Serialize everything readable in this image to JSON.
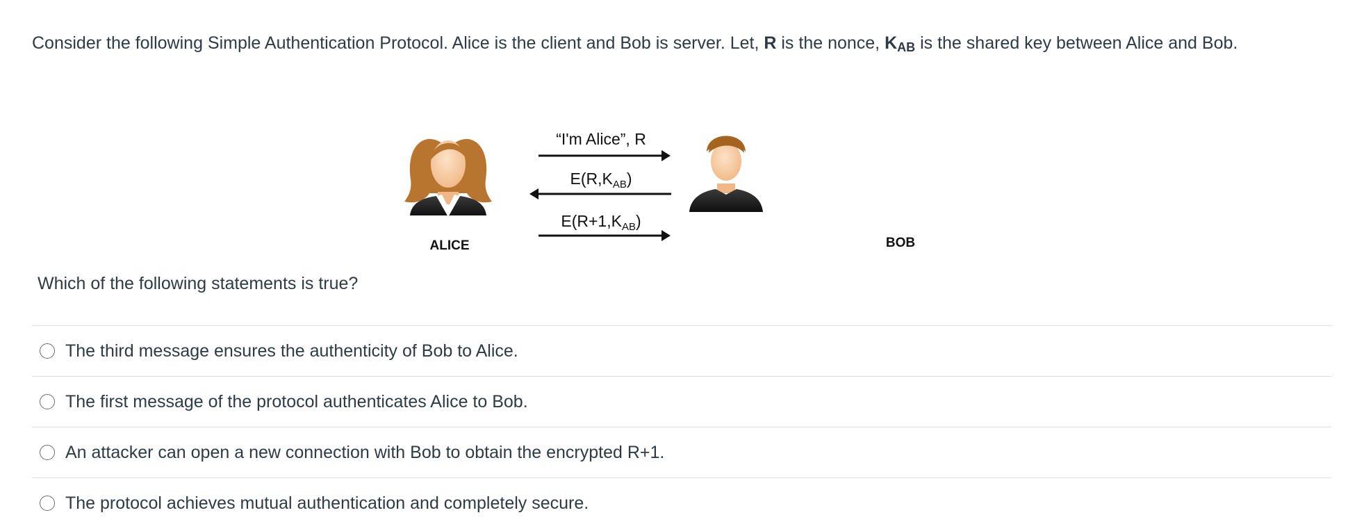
{
  "question": {
    "intro": "Consider the following Simple Authentication Protocol. Alice is the client and Bob is server. Let, ",
    "nonce_symbol": "R",
    "mid": " is the nonce, ",
    "key_symbol": "K",
    "key_subscript": "AB",
    "end": " is the shared key between Alice and Bob."
  },
  "diagram": {
    "alice_label": "ALICE",
    "bob_label": "BOB",
    "msg1": "“I'm Alice”, R",
    "msg2_prefix": "E(R,K",
    "msg2_sub": "AB",
    "msg2_suffix": ")",
    "msg3_prefix": "E(R+1,K",
    "msg3_sub": "AB",
    "msg3_suffix": ")"
  },
  "prompt": "Which of the following statements is true?",
  "answers": [
    {
      "label": "The third message ensures the authenticity of Bob to Alice."
    },
    {
      "label": "The first message of the protocol authenticates Alice to Bob."
    },
    {
      "label": "An attacker can open a new connection with Bob to obtain the encrypted R+1."
    },
    {
      "label": "The protocol achieves mutual authentication and completely secure."
    }
  ]
}
